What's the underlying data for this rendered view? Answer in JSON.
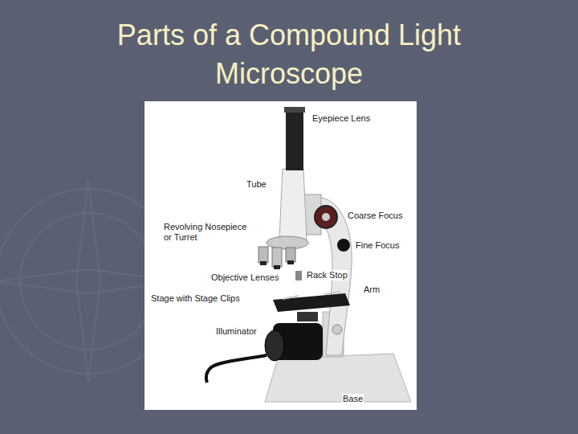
{
  "diagram": {
    "title": "Parts of a Compound Light Microscope",
    "labels": [
      "Eyepiece Lens",
      "Tube",
      "Coarse Focus",
      "Revolving Nosepiece or Turret",
      "Fine Focus",
      "Rack Stop",
      "Objective Lenses",
      "Arm",
      "Stage with Stage Clips",
      "Illuminator",
      "Base"
    ]
  }
}
